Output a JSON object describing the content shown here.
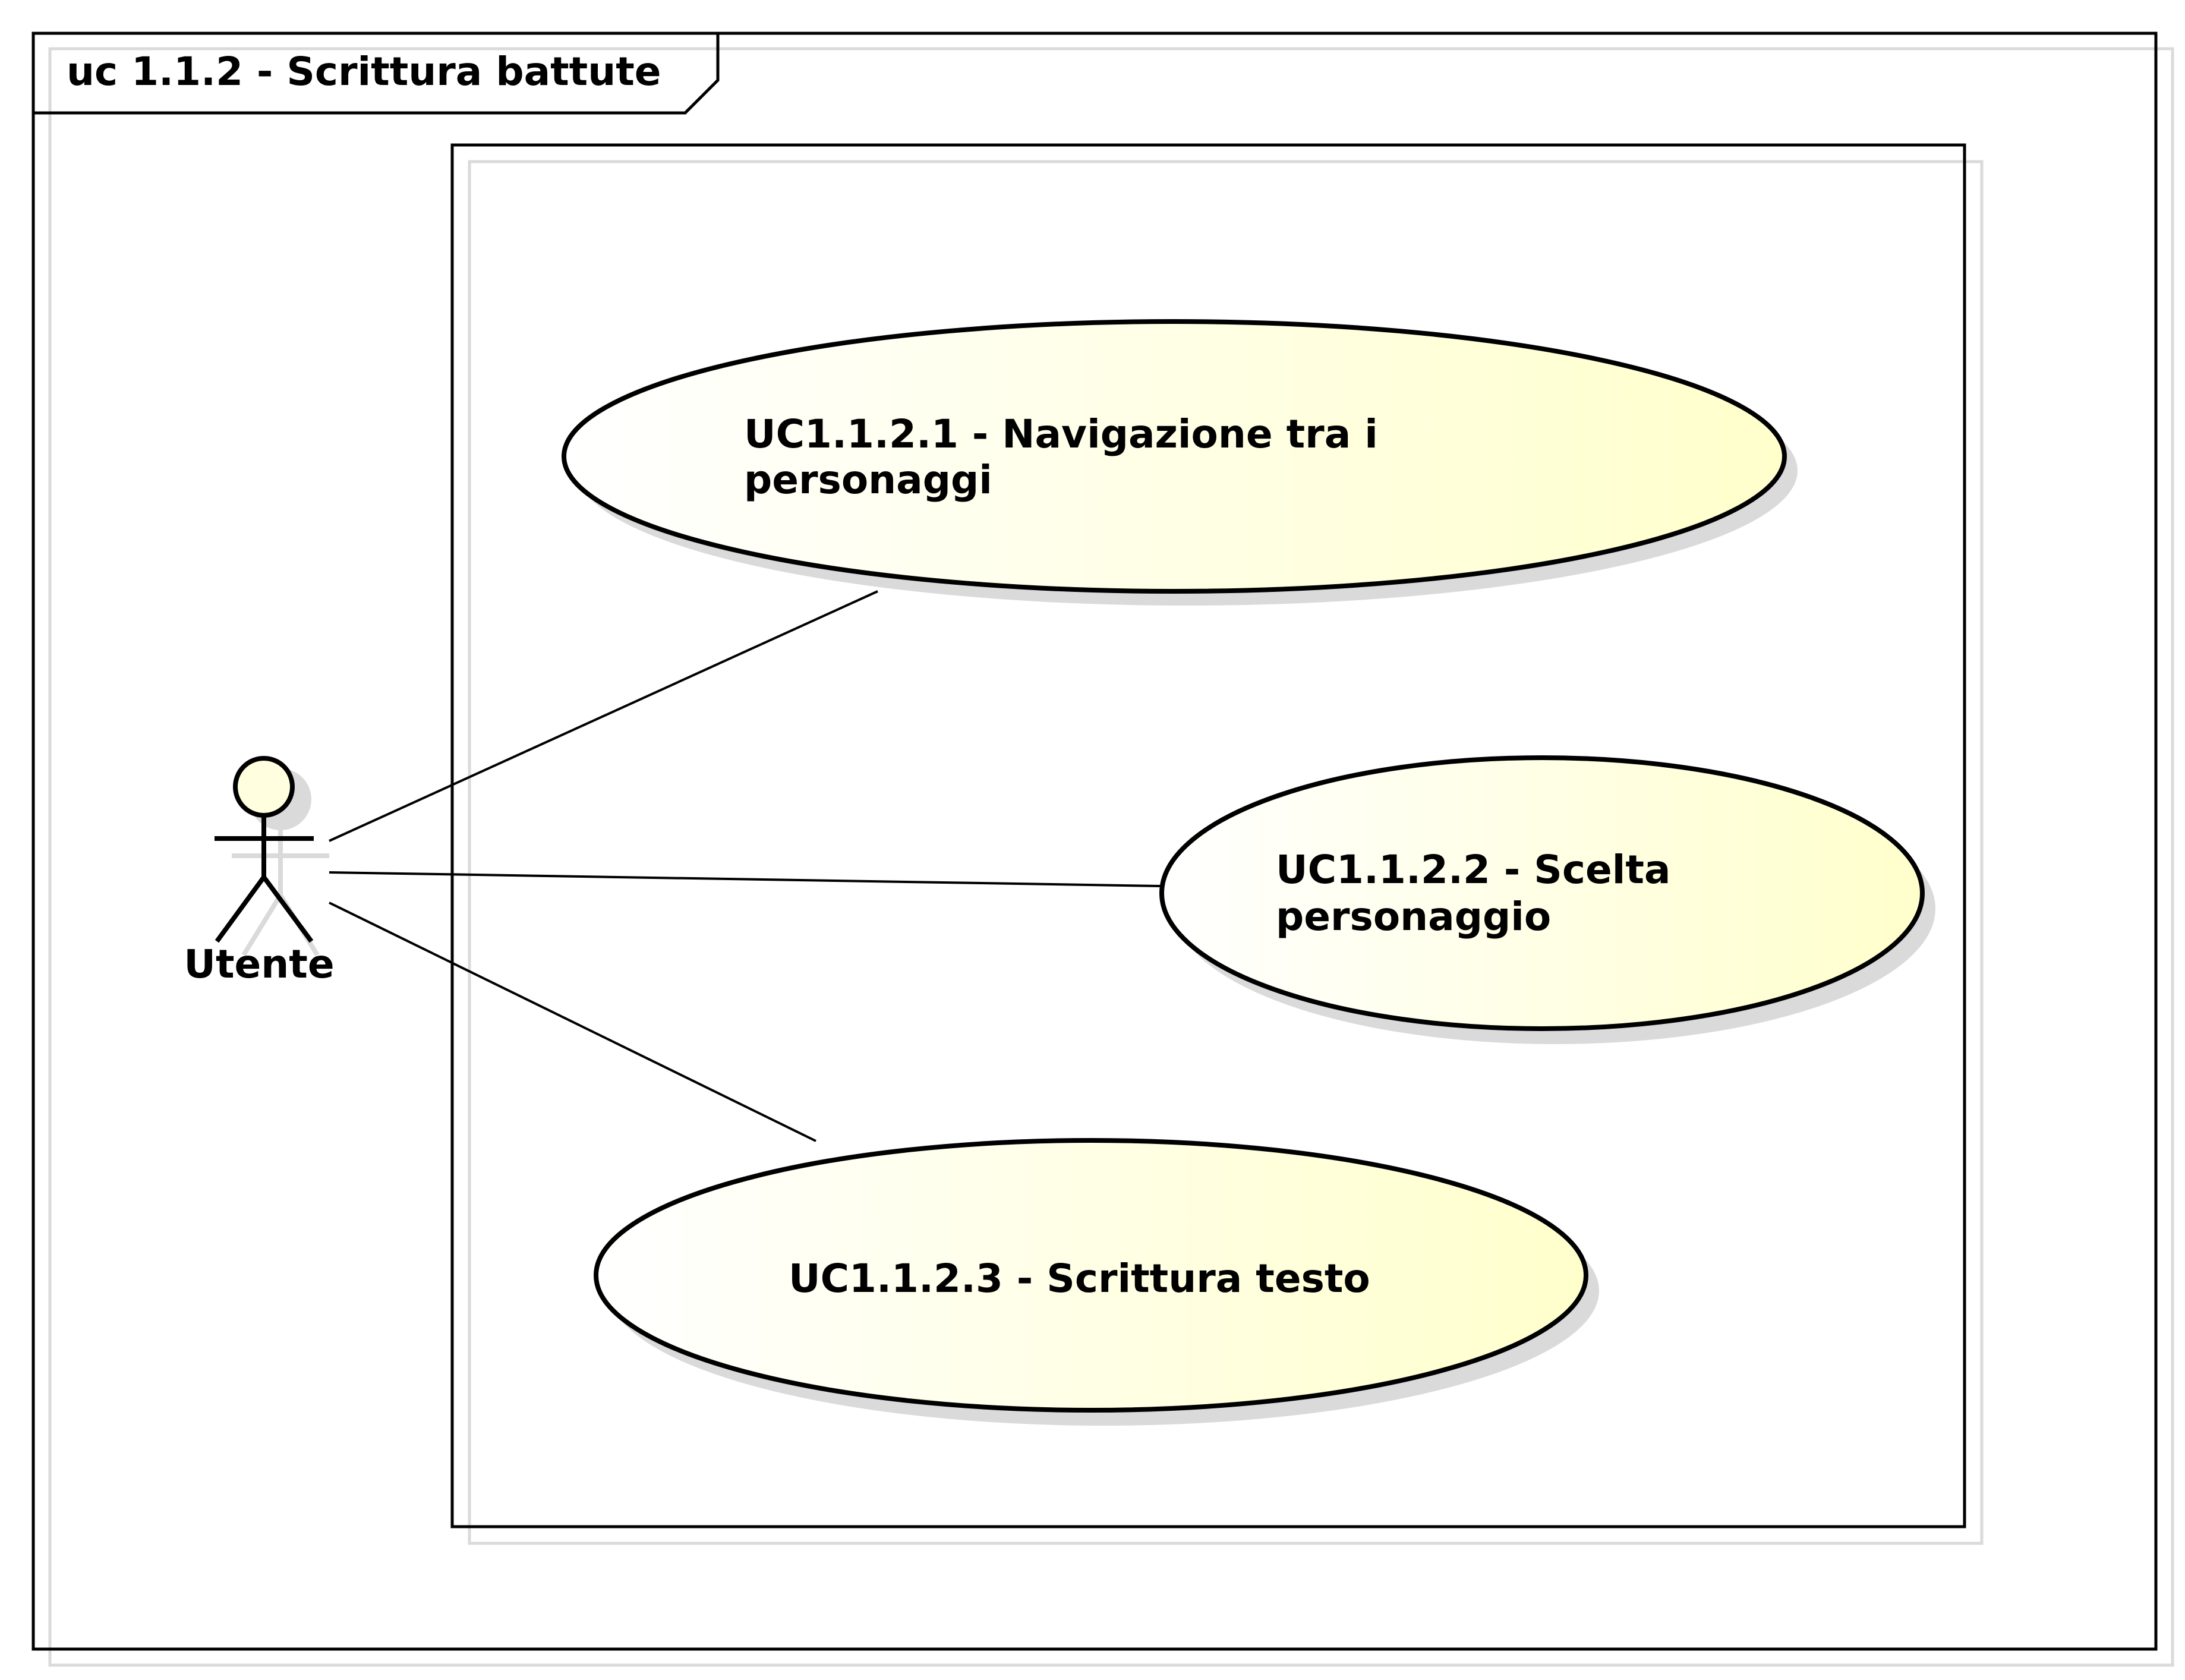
{
  "frame": {
    "title": "uc 1.1.2 - Scrittura battute"
  },
  "actor": {
    "name": "Utente"
  },
  "use_cases": [
    {
      "line1": "UC1.1.2.1 - Navigazione tra i",
      "line2": "personaggi"
    },
    {
      "line1": "UC1.1.2.2 - Scelta",
      "line2": "personaggio"
    },
    {
      "line1": "UC1.1.2.3 - Scrittura testo"
    }
  ],
  "colors": {
    "stroke": "#000000",
    "shadow": "#d9d9d9",
    "usecase_fill_start": "#ffffff",
    "usecase_fill_end": "#ffffcc",
    "actor_head_fill": "#ffffe0"
  }
}
